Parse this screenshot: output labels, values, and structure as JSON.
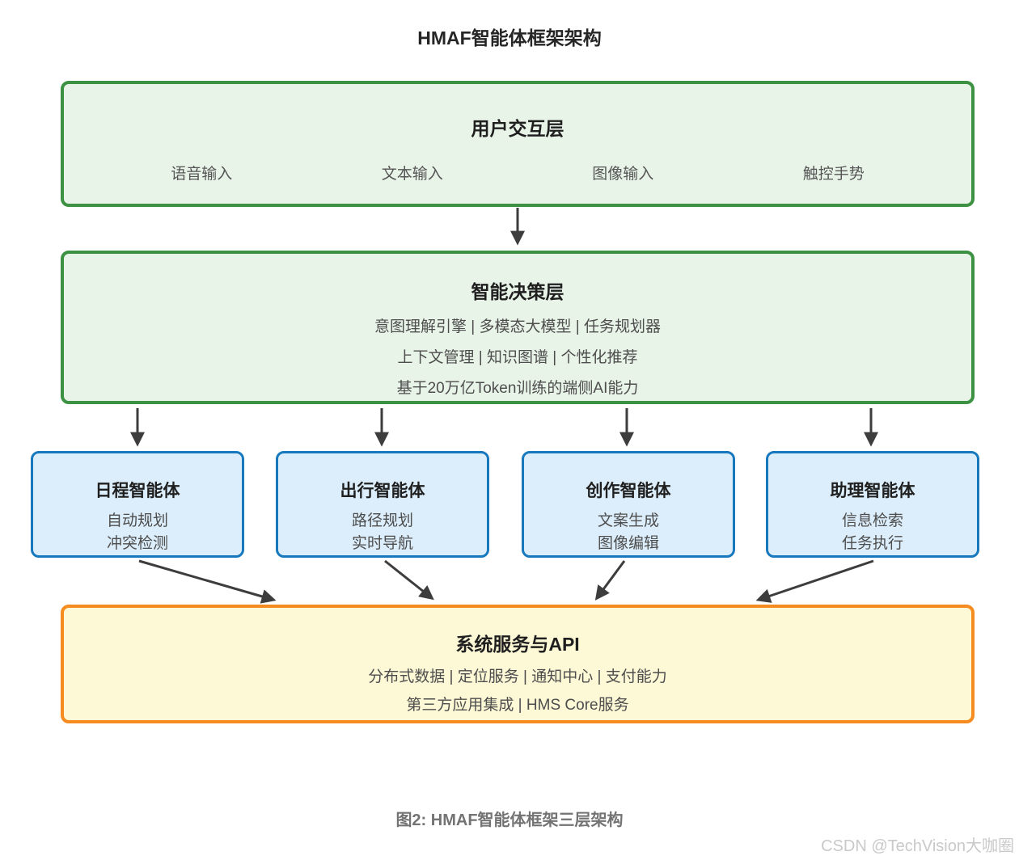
{
  "page": {
    "title": "HMAF智能体框架架构",
    "caption": "图2: HMAF智能体框架三层架构",
    "watermark": "CSDN @TechVision大咖圈"
  },
  "colors": {
    "green_border": "#3c9142",
    "green_fill": "#e9f4e9",
    "blue_border": "#1878be",
    "blue_fill": "#dceefb",
    "orange_border": "#f68b1f",
    "yellow_fill": "#fdf8d6",
    "arrow": "#3d3d3d"
  },
  "layers": {
    "interaction": {
      "title": "用户交互层",
      "items": [
        "语音输入",
        "文本输入",
        "图像输入",
        "触控手势"
      ]
    },
    "decision": {
      "title": "智能决策层",
      "lines": [
        "意图理解引擎 | 多模态大模型 | 任务规划器",
        "上下文管理 | 知识图谱 | 个性化推荐",
        "基于20万亿Token训练的端侧AI能力"
      ]
    },
    "services": {
      "title": "系统服务与API",
      "lines": [
        "分布式数据 | 定位服务 | 通知中心 | 支付能力",
        "第三方应用集成 | HMS Core服务"
      ]
    }
  },
  "agents": [
    {
      "title": "日程智能体",
      "lines": [
        "自动规划",
        "冲突检测"
      ]
    },
    {
      "title": "出行智能体",
      "lines": [
        "路径规划",
        "实时导航"
      ]
    },
    {
      "title": "创作智能体",
      "lines": [
        "文案生成",
        "图像编辑"
      ]
    },
    {
      "title": "助理智能体",
      "lines": [
        "信息检索",
        "任务执行"
      ]
    }
  ]
}
